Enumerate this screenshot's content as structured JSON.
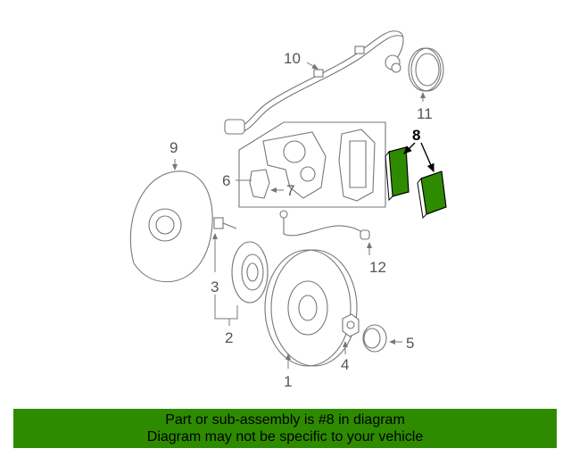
{
  "diagram": {
    "callouts": {
      "c1": "1",
      "c2": "2",
      "c3": "3",
      "c4": "4",
      "c5": "5",
      "c6": "6",
      "c7": "7",
      "c8": "8",
      "c9": "9",
      "c10": "10",
      "c11": "11",
      "c12": "12"
    },
    "highlighted_part": "8",
    "highlight_color": "#2e8b00"
  },
  "banner": {
    "line1": "Part or sub-assembly is #8 in diagram",
    "line2": "Diagram may not be specific to your vehicle",
    "background": "#2e8b00"
  }
}
